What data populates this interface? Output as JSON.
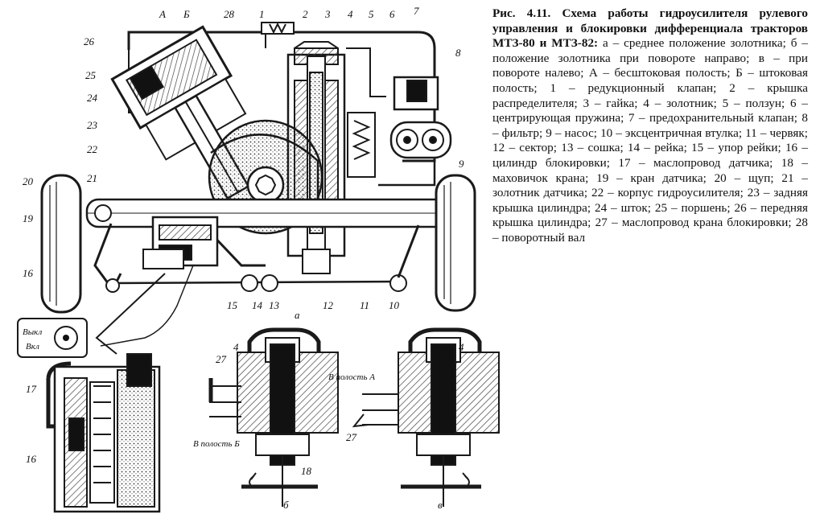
{
  "caption": {
    "title": "Рис. 4.11. Схема работы гидроусилителя рулевого управления и блокировки дифференциала тракторов МТЗ-80 и МТЗ-82:",
    "body": " а – среднее положение золотника; б – положение золотника при повороте направо; в – при повороте налево; А – бесштоковая полость; Б – штоковая полость; 1 – редукционный клапан; 2 – крышка распределителя; 3 – гайка; 4 – золотник; 5 – ползун; 6 – центрирующая пружина; 7 – предохранительный клапан; 8 – фильтр; 9 – насос; 10 – эксцентричная втулка; 11 – червяк; 12 – сектор; 13 – сошка; 14 – рейка; 15 – упор рейки; 16 – цилиндр блокировки; 17 – маслопровод датчика; 18 – маховичок крана; 19 – кран датчика; 20 – щуп; 21 – золотник датчика; 22 – корпус гидроусилителя; 23 – задняя крышка цилиндра; 24 – шток; 25 – поршень; 26 – передняя крышка цилиндра; 27 – маслопровод крана блокировки; 28 – поворотный вал"
  },
  "diagram": {
    "part_numbers": [
      "1",
      "2",
      "3",
      "4",
      "5",
      "6",
      "7",
      "8",
      "9",
      "10",
      "11",
      "12",
      "13",
      "14",
      "15",
      "16",
      "17",
      "18",
      "19",
      "20",
      "21",
      "22",
      "23",
      "24",
      "25",
      "26",
      "27",
      "28"
    ],
    "cavity_a": "А",
    "cavity_b": "Б",
    "view_a": "а",
    "view_b": "б",
    "view_v": "в",
    "switch_off": "Выкл",
    "switch_on": "Вкл",
    "to_cavity_b": "В полость Б",
    "to_cavity_a": "В полость А"
  },
  "colors": {
    "ink": "#1a1a1a",
    "hatch": "#555555",
    "paper": "#ffffff"
  }
}
